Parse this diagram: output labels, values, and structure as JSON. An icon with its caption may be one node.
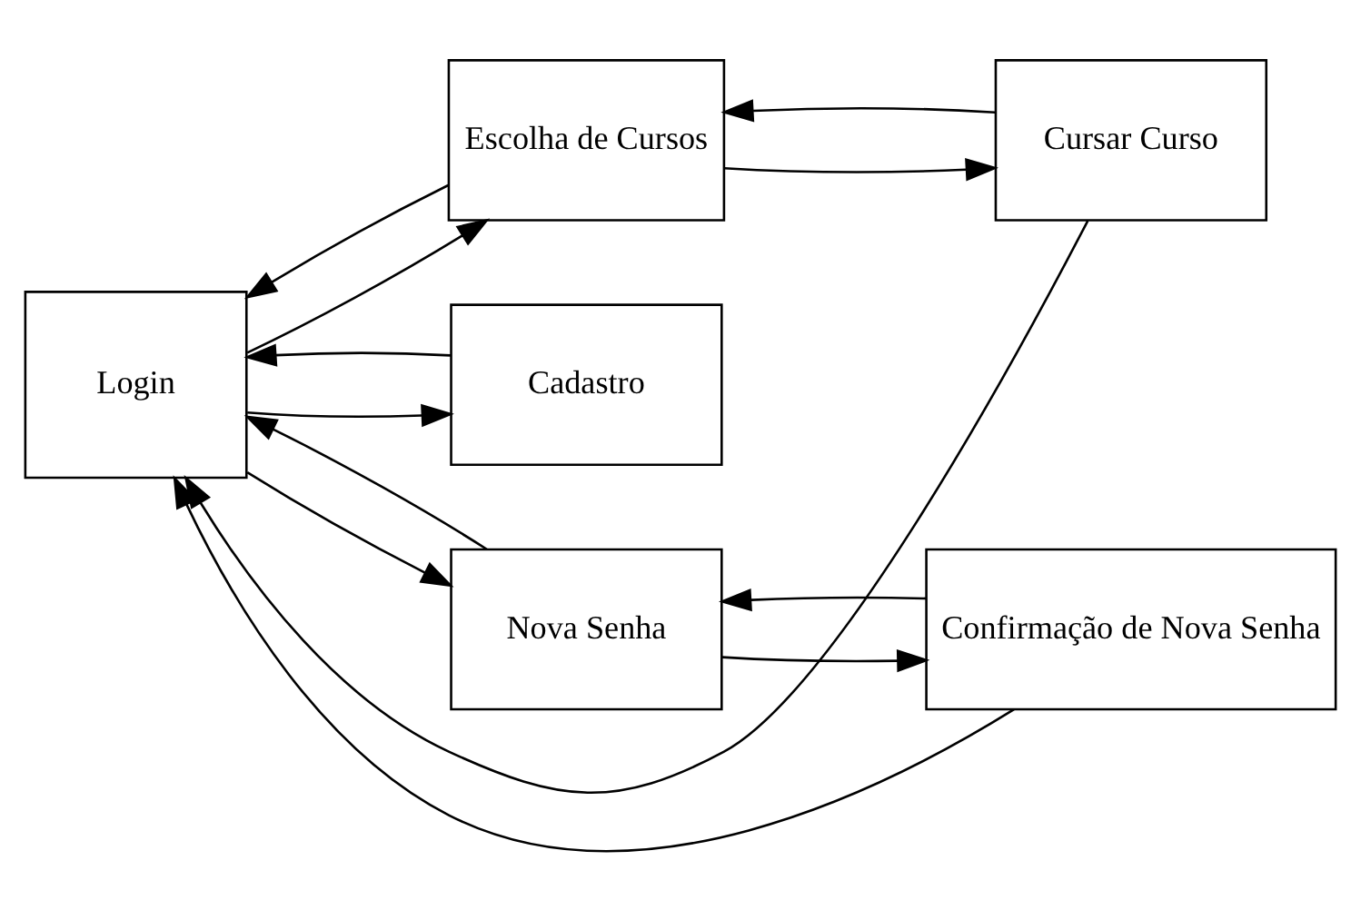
{
  "diagram": {
    "nodes": [
      {
        "text": [
          "Login"
        ]
      },
      {
        "text": [
          "Escolha de Cursos"
        ]
      },
      {
        "text": [
          "Cursar Curso"
        ]
      },
      {
        "text": [
          "Cadastro"
        ]
      },
      {
        "text": [
          "Nova Senha"
        ]
      },
      {
        "text": [
          "Confirmação de Nova Senha"
        ]
      }
    ],
    "edges": [
      {
        "from": 0,
        "to": 1,
        "arrow": "to"
      },
      {
        "from": 1,
        "to": 0,
        "arrow": "to"
      },
      {
        "from": 1,
        "to": 2,
        "arrow": "to"
      },
      {
        "from": 2,
        "to": 1,
        "arrow": "to"
      },
      {
        "from": 2,
        "to": 0,
        "arrow": "to"
      },
      {
        "from": 0,
        "to": 3,
        "arrow": "to"
      },
      {
        "from": 3,
        "to": 0,
        "arrow": "to"
      },
      {
        "from": 0,
        "to": 4,
        "arrow": "to"
      },
      {
        "from": 4,
        "to": 0,
        "arrow": "to"
      },
      {
        "from": 4,
        "to": 5,
        "arrow": "to"
      },
      {
        "from": 5,
        "to": 4,
        "arrow": "to"
      },
      {
        "from": 5,
        "to": 0,
        "arrow": "to"
      }
    ]
  }
}
